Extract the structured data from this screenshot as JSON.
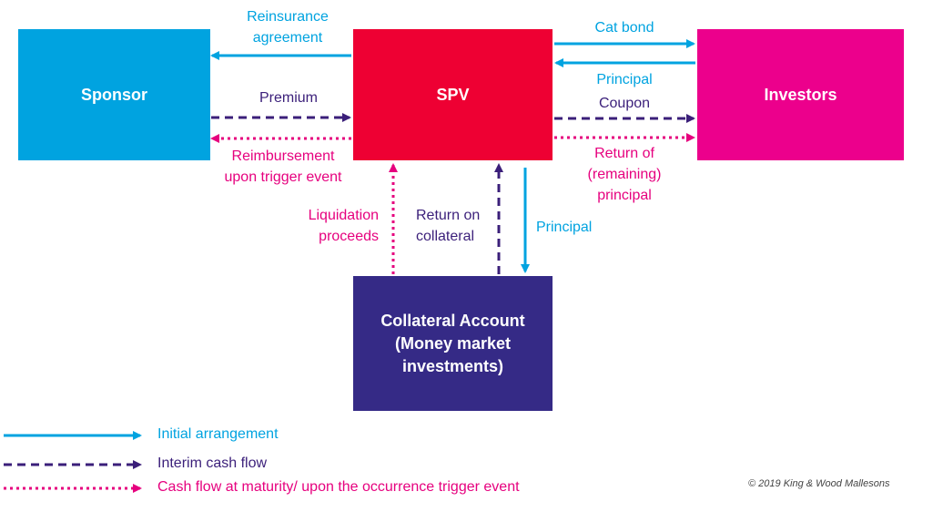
{
  "boxes": {
    "sponsor": "Sponsor",
    "spv": "SPV",
    "investors": "Investors",
    "collateral": "Collateral Account\n(Money market\ninvestments)"
  },
  "flows": {
    "reinsurance": "Reinsurance\nagreement",
    "premium": "Premium",
    "reimbursement": "Reimbursement\nupon trigger event",
    "cat_bond": "Cat bond",
    "principal_top": "Principal",
    "coupon": "Coupon",
    "return_principal": "Return of\n(remaining)\nprincipal",
    "liquidation": "Liquidation\nproceeds",
    "return_collateral": "Return on\ncollateral",
    "principal_down": "Principal"
  },
  "legend": {
    "initial": "Initial arrangement",
    "interim": "Interim cash flow",
    "maturity": "Cash flow at maturity/ upon the occurrence trigger event"
  },
  "copyright": "© 2019 King & Wood Mallesons",
  "colors": {
    "initial": "#00a3e0",
    "interim": "#3b1f7a",
    "maturity": "#e6007e"
  }
}
